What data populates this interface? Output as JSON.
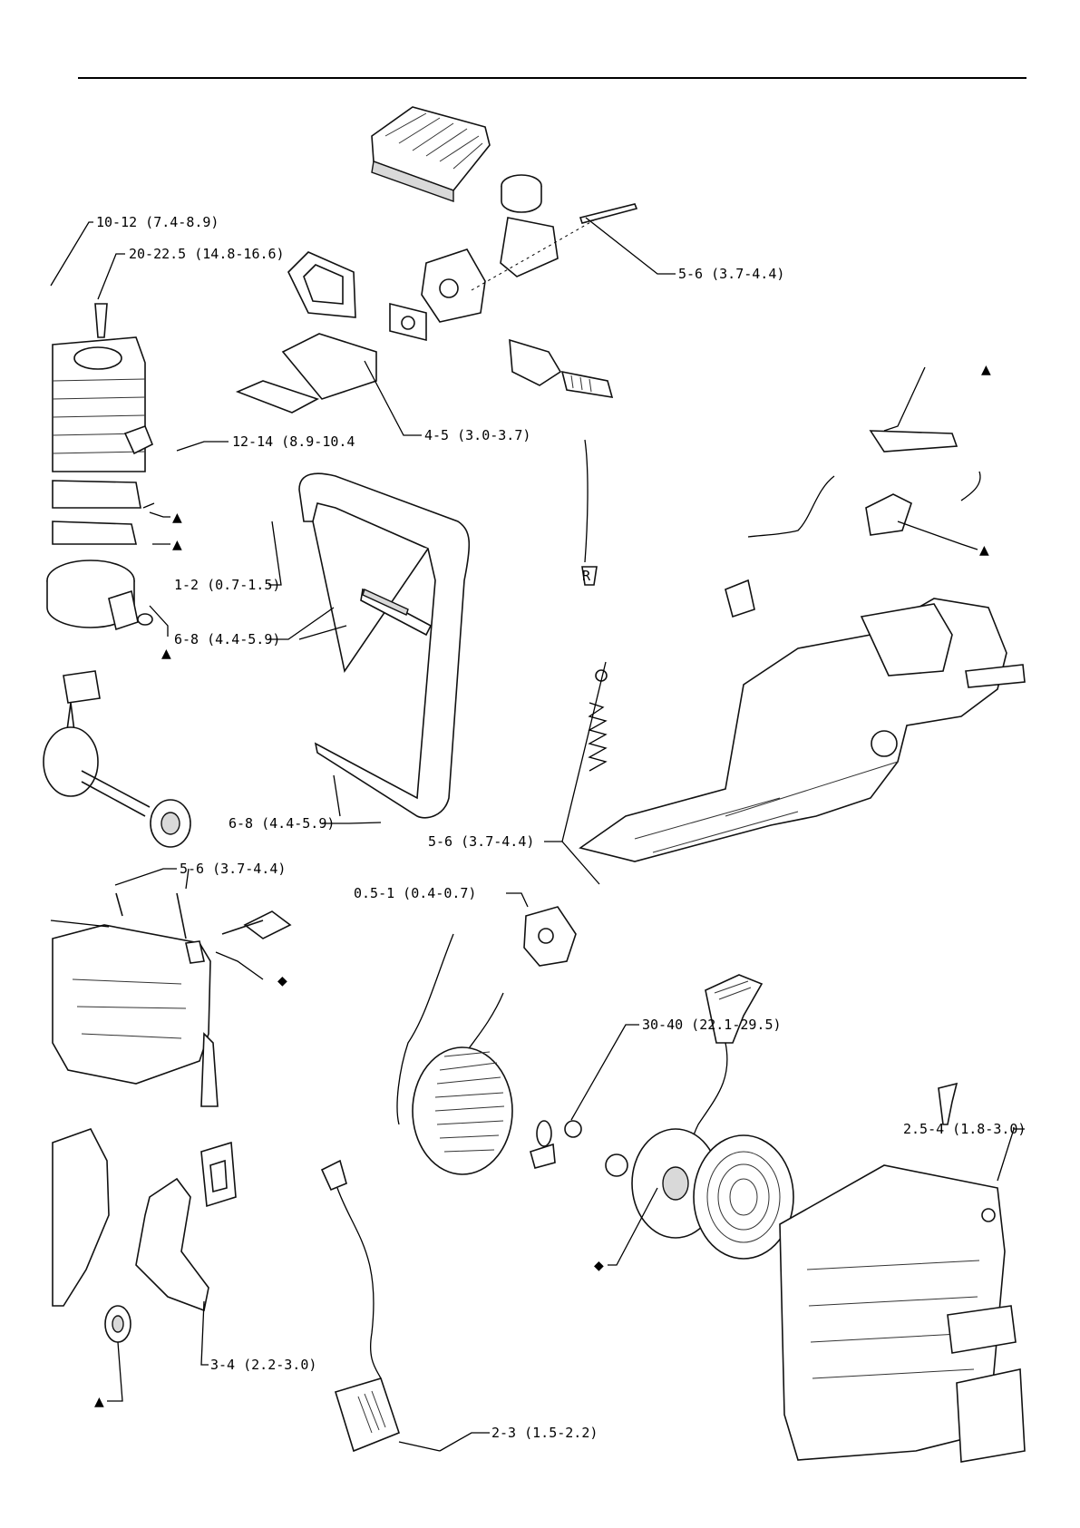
{
  "labels": {
    "torque_cylinder_top": "10-12 (7.4-8.9)",
    "torque_spark_plug": "20-22.5 (14.8-16.6)",
    "torque_carb_bolt": "5-6 (3.7-4.4)",
    "torque_intake": "12-14 (8.9-10.4",
    "torque_muffler_bolt": "4-5 (3.0-3.7)",
    "torque_handle_small": "1-2 (0.7-1.5)",
    "torque_handle_upper": "6-8 (4.4-5.9)",
    "torque_handle_lower": "6-8 (4.4-5.9)",
    "torque_av_spring": "5-6 (3.7-4.4)",
    "torque_crankcase": "5-6 (3.7-4.4)",
    "torque_ignition": "0.5-1 (0.4-0.7)",
    "torque_flywheel_nut": "30-40 (22.1-29.5)",
    "torque_starter_screw": "2.5-4 (1.8-3.0)",
    "torque_clutch_cover": "3-4 (2.2-3.0)",
    "torque_coil": "2-3 (1.5-2.2)",
    "small_r": "R"
  },
  "symbols": {
    "triangle": "▲",
    "diamond": "◆"
  }
}
